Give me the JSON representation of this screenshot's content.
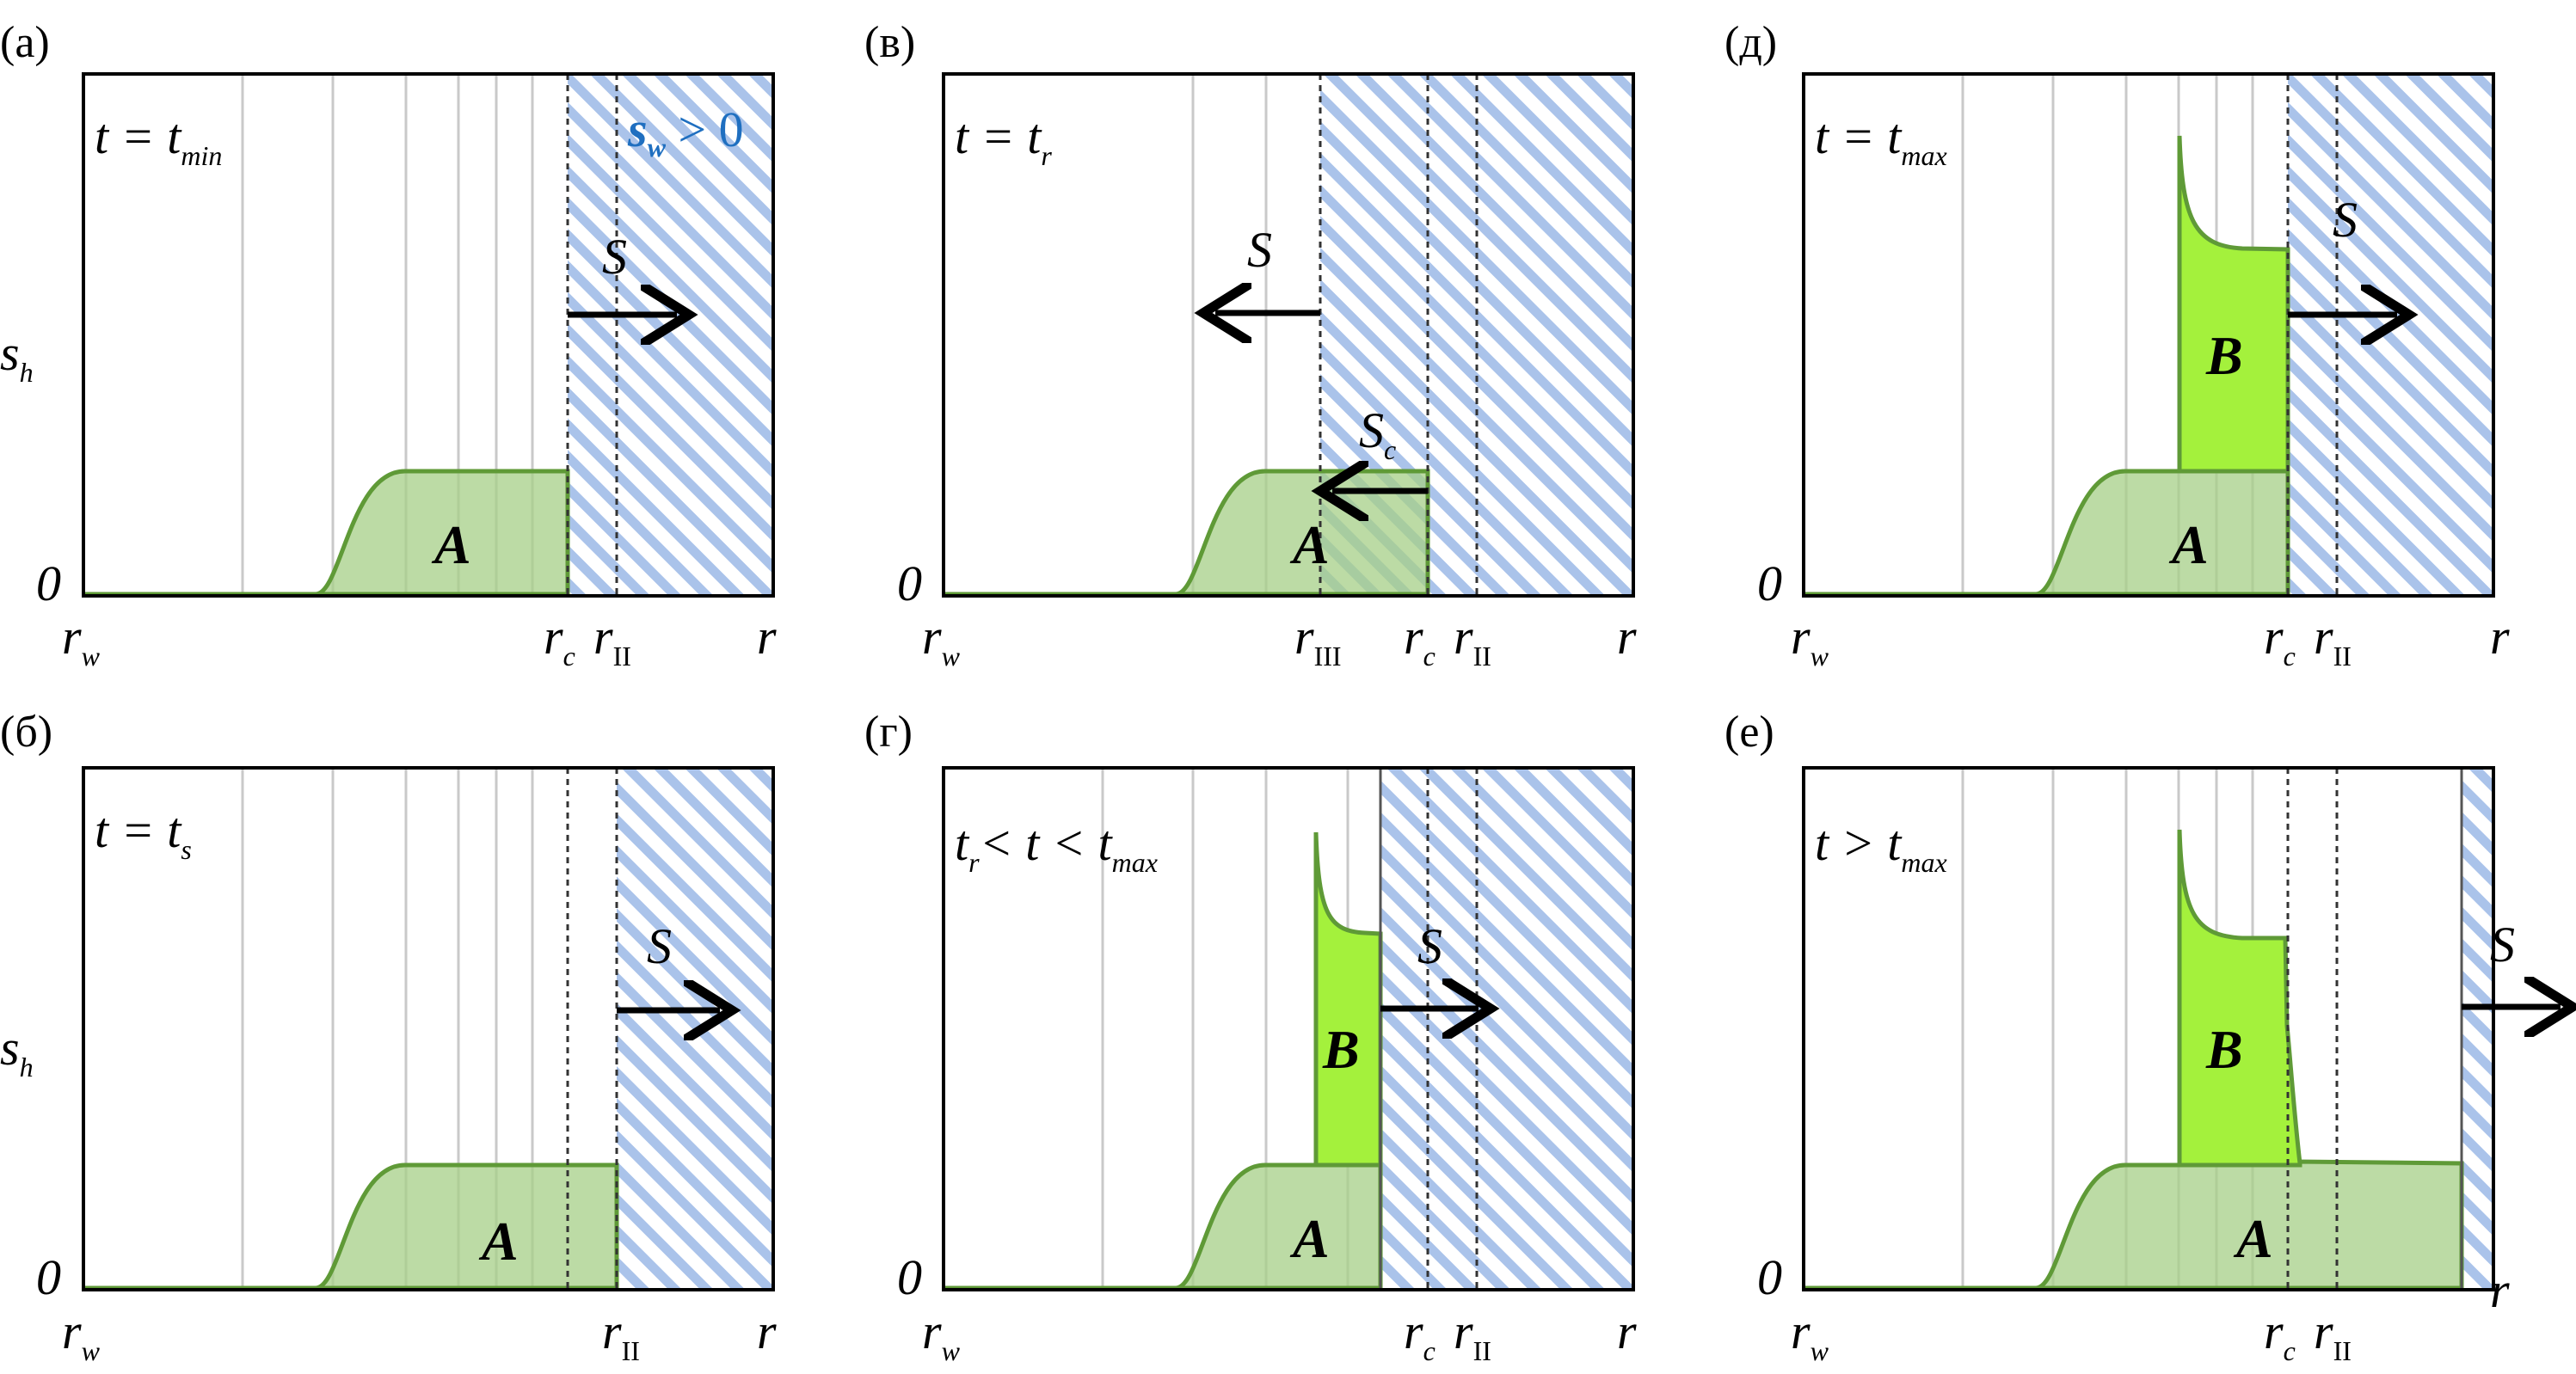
{
  "axis": {
    "y_label": "s",
    "y_sub": "h",
    "zero": "0",
    "x_origin": "r",
    "x_origin_sub": "w",
    "x_end": "r"
  },
  "annotations": {
    "sw_text": "s",
    "sw_sub": "w",
    "sw_rest": " > 0",
    "flux": "S",
    "flux_c": "S",
    "flux_c_sub": "c"
  },
  "region_labels": {
    "A": "A",
    "B": "B"
  },
  "panels": [
    {
      "tag": "(а)",
      "cond_pre": "t = t",
      "cond_sub": "min",
      "cond_post": ""
    },
    {
      "tag": "(в)",
      "cond_pre": "t = t",
      "cond_sub": "r",
      "cond_post": ""
    },
    {
      "tag": "(д)",
      "cond_pre": "t = t",
      "cond_sub": "max",
      "cond_post": ""
    },
    {
      "tag": "(б)",
      "cond_pre": "t = t",
      "cond_sub": "s",
      "cond_post": ""
    },
    {
      "tag": "(г)",
      "cond_pre": "t",
      "cond_sub": "r",
      "cond_post": "< t < t",
      "cond_sub2": "max"
    },
    {
      "tag": "(е)",
      "cond_pre": "t > t",
      "cond_sub": "max",
      "cond_post": ""
    }
  ],
  "x_marks": {
    "rc": {
      "main": "r",
      "sub": "c"
    },
    "rII": {
      "main": "r",
      "sub": "II"
    },
    "rIII": {
      "main": "r",
      "sub": "III"
    }
  },
  "colors": {
    "region_A": "#a6cf87",
    "region_B": "#a4f13c",
    "edge": "#5f9a37",
    "hatch": "#aac3ea",
    "accent": "#1f6fc0"
  }
}
